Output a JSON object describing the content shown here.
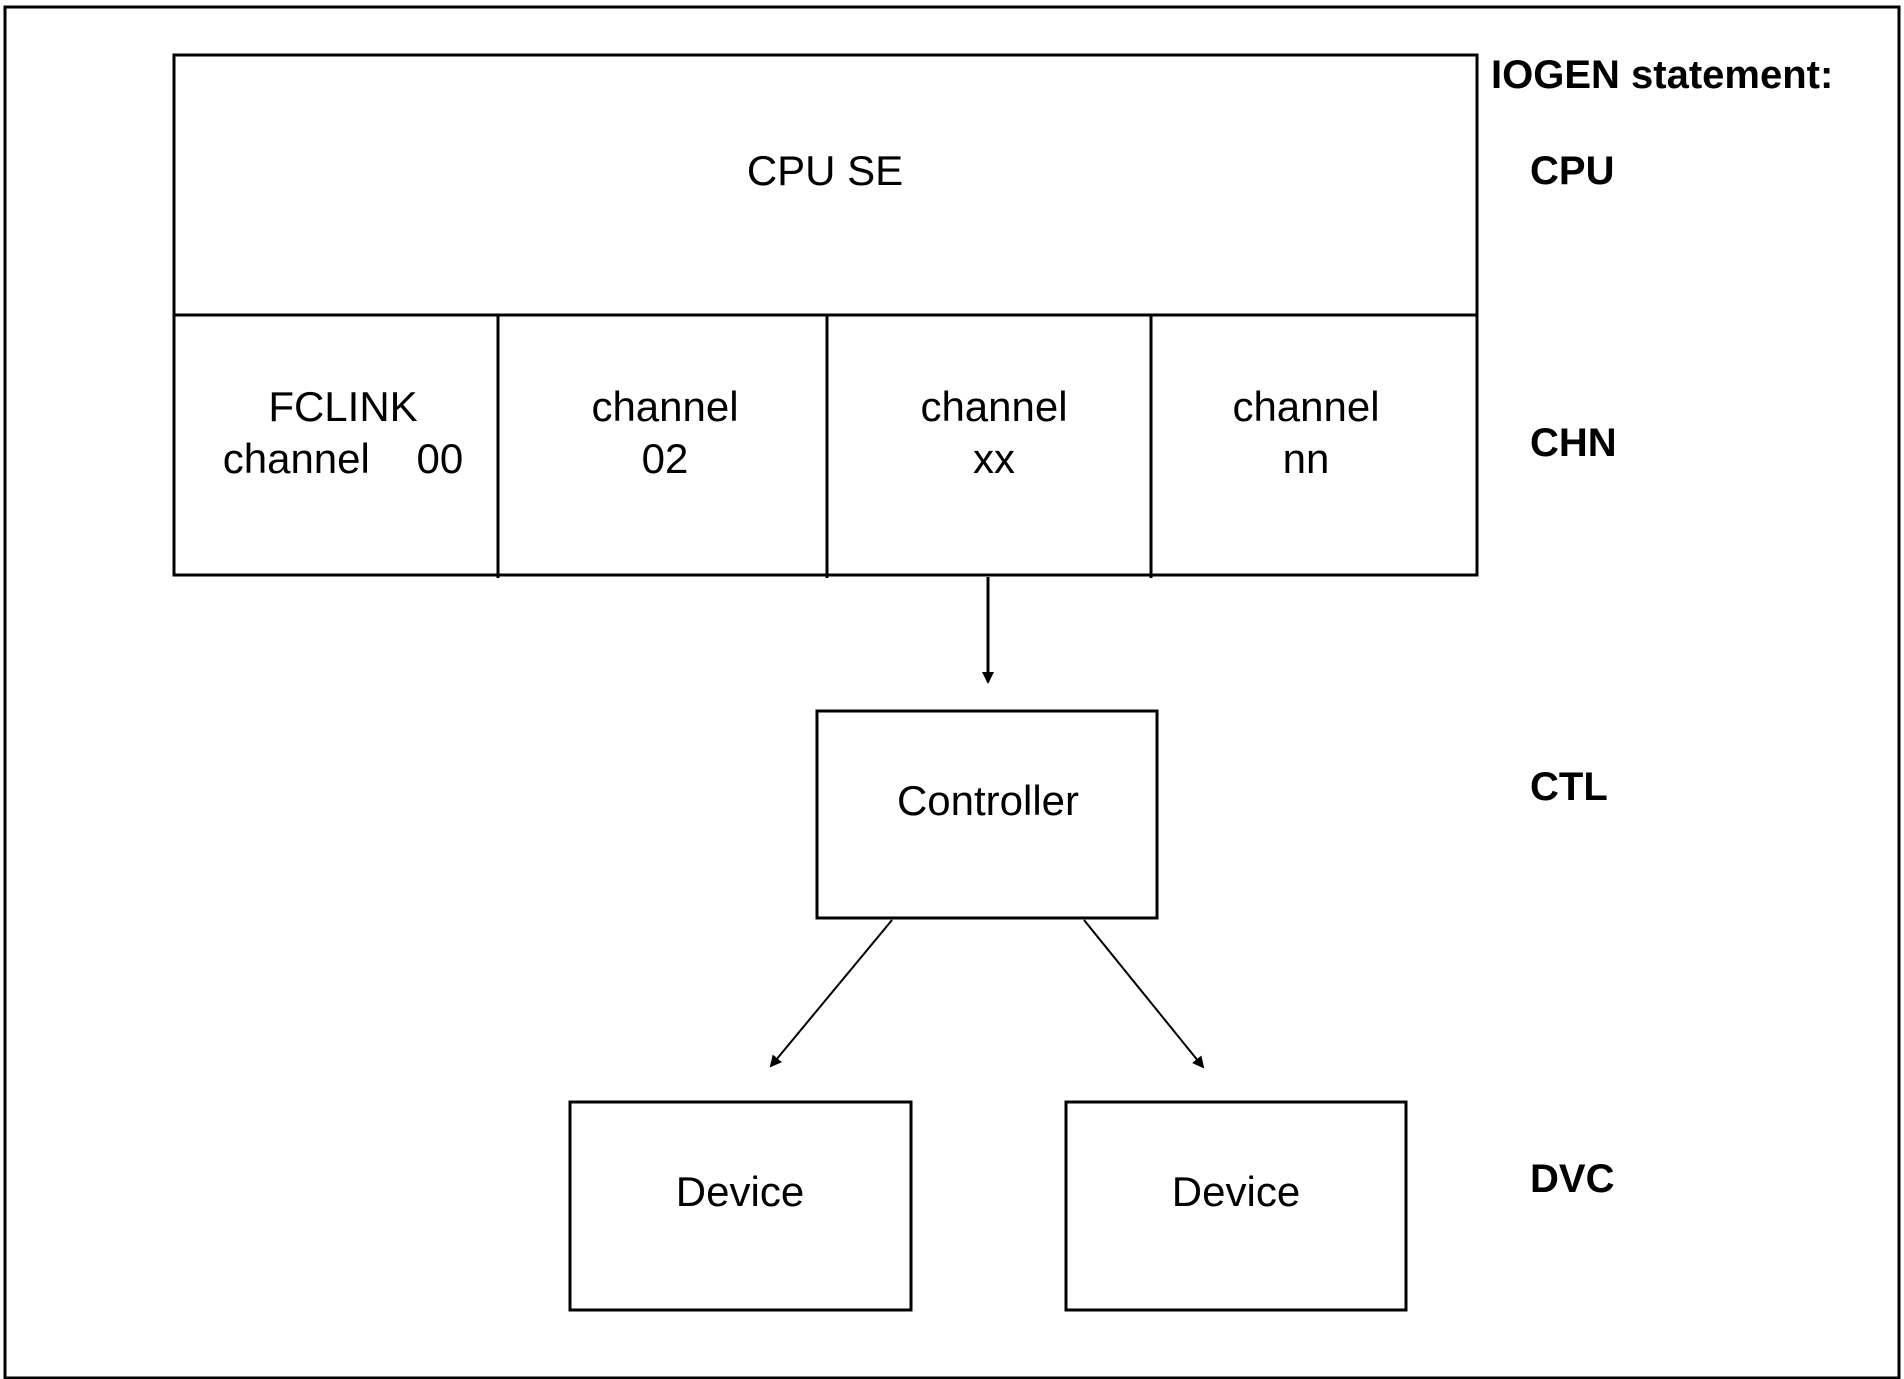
{
  "heading": "IOGEN statement:",
  "levels": {
    "cpu": "CPU",
    "chn": "CHN",
    "ctl": "CTL",
    "dvc": "DVC"
  },
  "cpu_box": {
    "label": "CPU SE"
  },
  "channels": [
    {
      "line1": "FCLINK",
      "line2": "channel    00"
    },
    {
      "line1": "channel",
      "line2": "02"
    },
    {
      "line1": "channel",
      "line2": "xx"
    },
    {
      "line1": "channel",
      "line2": "nn"
    }
  ],
  "controller": {
    "label": "Controller"
  },
  "devices": [
    {
      "label": "Device"
    },
    {
      "label": "Device"
    }
  ],
  "colors": {
    "stroke": "#000000",
    "background": "#ffffff"
  }
}
